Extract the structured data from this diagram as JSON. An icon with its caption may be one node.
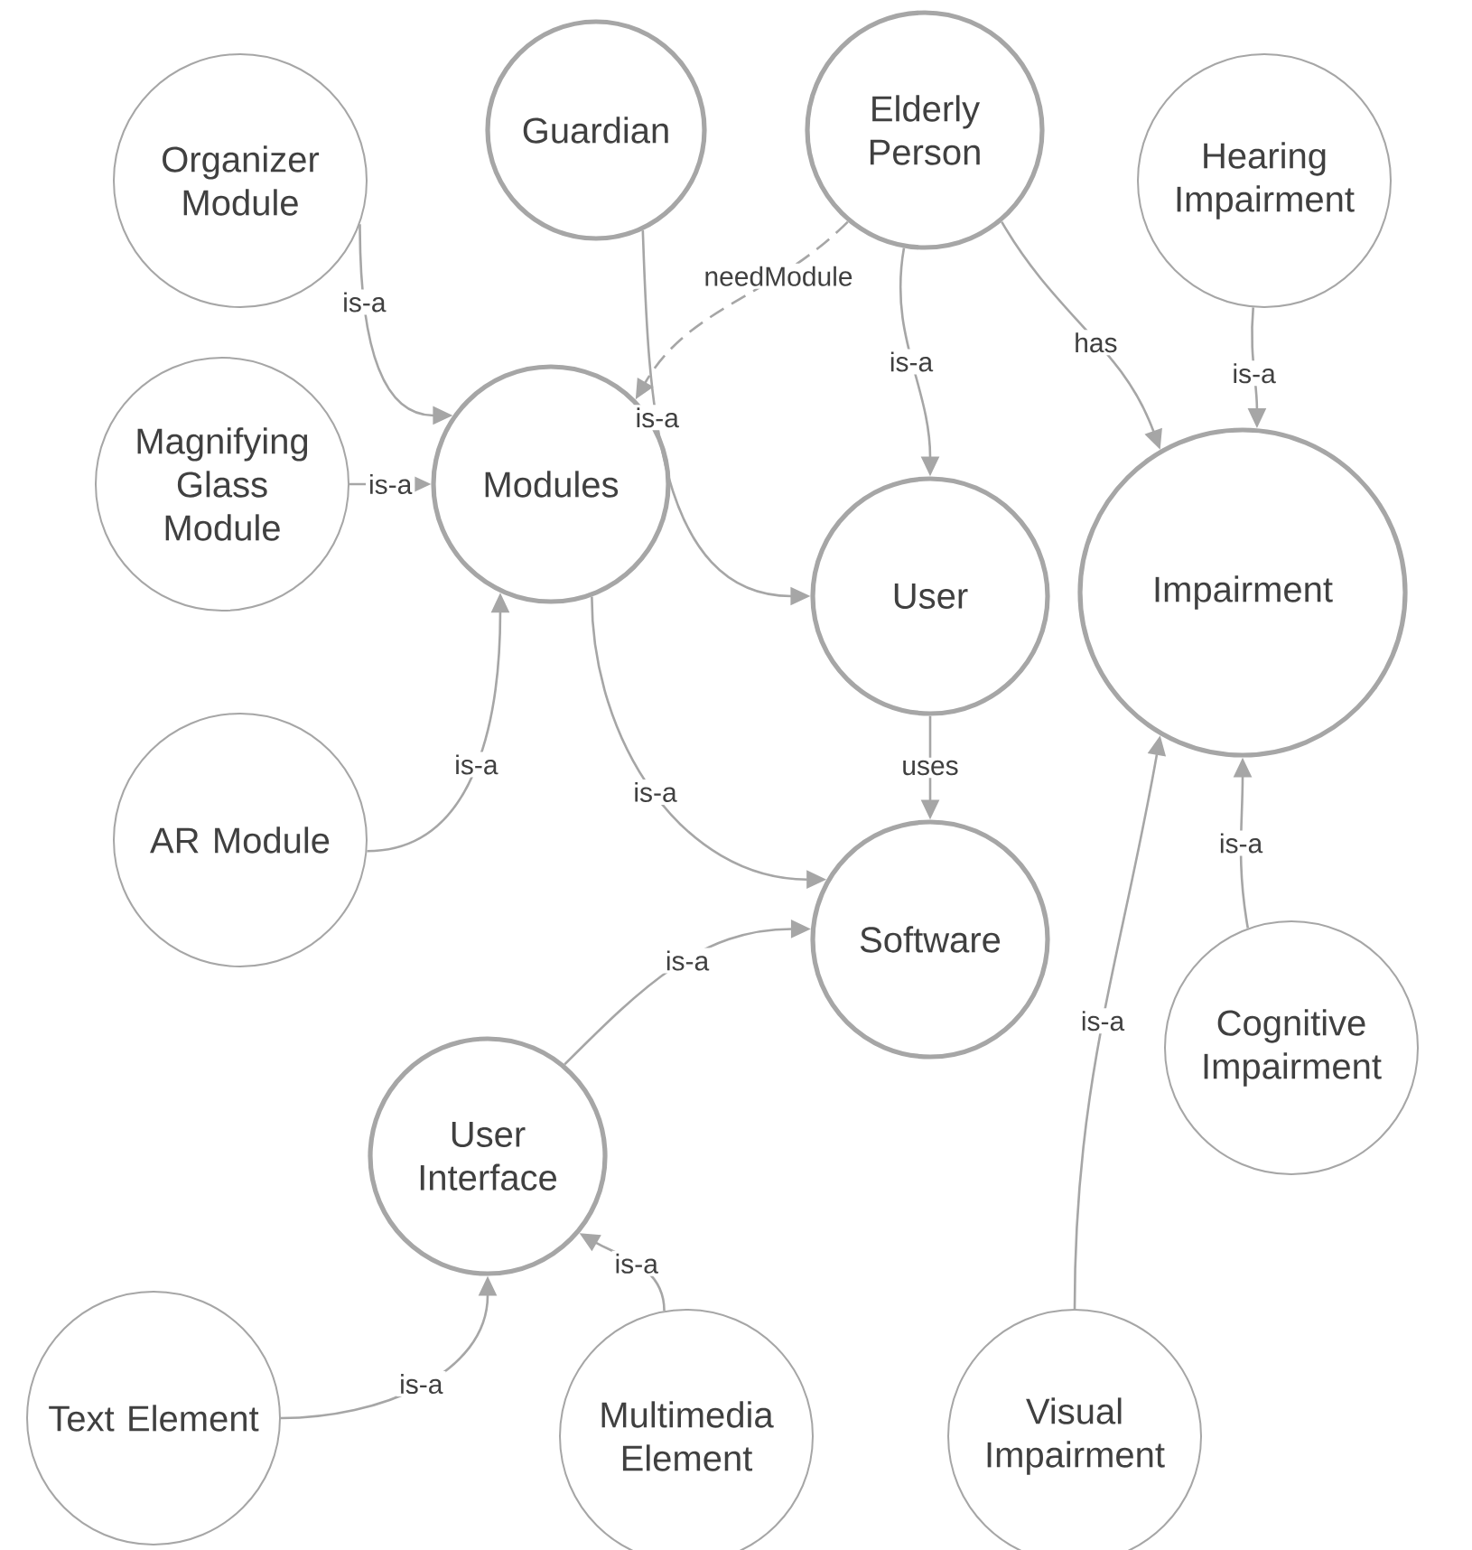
{
  "diagram": {
    "nodes": [
      {
        "text": [
          "Organizer Module"
        ]
      },
      {
        "text": [
          "Guardian"
        ]
      },
      {
        "text": [
          "Elderly Person"
        ]
      },
      {
        "text": [
          "Hearing Impairment"
        ]
      },
      {
        "text": [
          "Magnifying Glass Module"
        ]
      },
      {
        "text": [
          "Modules"
        ]
      },
      {
        "text": [
          "User"
        ]
      },
      {
        "text": [
          "Impairment"
        ]
      },
      {
        "text": [
          "AR Module"
        ]
      },
      {
        "text": [
          "Software"
        ]
      },
      {
        "text": [
          "User Interface"
        ]
      },
      {
        "text": [
          "Cognitive Impairment"
        ]
      },
      {
        "text": [
          "Text Element"
        ]
      },
      {
        "text": [
          "Multimedia Element"
        ]
      },
      {
        "text": [
          "Visual Impairment"
        ]
      }
    ],
    "edges": [
      {
        "from": 0,
        "to": 5,
        "arrow": "to",
        "label": "is-a"
      },
      {
        "from": 4,
        "to": 5,
        "arrow": "to",
        "label": "is-a"
      },
      {
        "from": 8,
        "to": 5,
        "arrow": "to",
        "label": "is-a"
      },
      {
        "from": 1,
        "to": 6,
        "arrow": "to",
        "label": "is-a"
      },
      {
        "from": 2,
        "to": 5,
        "arrow": "to",
        "label": "needModule",
        "style": "dashed"
      },
      {
        "from": 2,
        "to": 6,
        "arrow": "to",
        "label": "is-a"
      },
      {
        "from": 2,
        "to": 7,
        "arrow": "to",
        "label": "has"
      },
      {
        "from": 3,
        "to": 7,
        "arrow": "to",
        "label": "is-a"
      },
      {
        "from": 5,
        "to": 9,
        "arrow": "to",
        "label": "is-a"
      },
      {
        "from": 6,
        "to": 9,
        "arrow": "to",
        "label": "uses"
      },
      {
        "from": 10,
        "to": 9,
        "arrow": "to",
        "label": "is-a"
      },
      {
        "from": 11,
        "to": 7,
        "arrow": "to",
        "label": "is-a"
      },
      {
        "from": 14,
        "to": 7,
        "arrow": "to",
        "label": "is-a"
      },
      {
        "from": 12,
        "to": 10,
        "arrow": "to",
        "label": "is-a"
      },
      {
        "from": 13,
        "to": 10,
        "arrow": "to",
        "label": "is-a"
      }
    ]
  }
}
